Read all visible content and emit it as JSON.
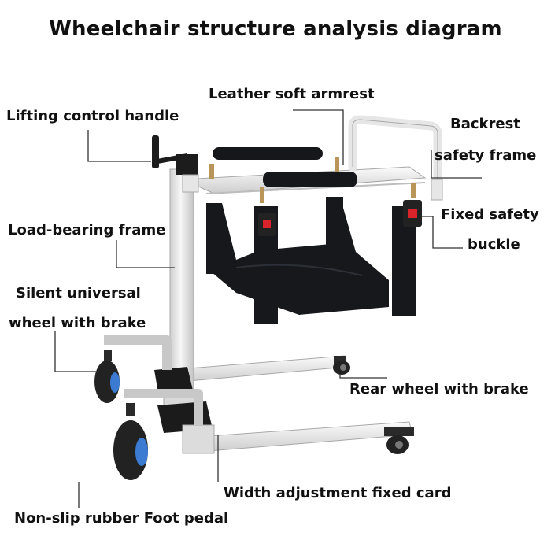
{
  "title": "Wheelchair structure analysis diagram",
  "labels": {
    "leather_soft_armrest": "Leather soft armrest",
    "lifting_control_handle": "Lifting control handle",
    "backrest_line1": "Backrest",
    "backrest_line2": "safety frame",
    "load_bearing_frame": "Load-bearing frame",
    "fixed_safety_line1": "Fixed safety",
    "fixed_safety_line2": "buckle",
    "silent_wheel_line1": "Silent universal",
    "silent_wheel_line2": "wheel with brake",
    "rear_wheel_with_brake": "Rear wheel with brake",
    "width_adjustment_fixed_card": "Width adjustment fixed card",
    "non_slip_rubber_foot_pedal": "Non-slip rubber Foot pedal"
  },
  "colors": {
    "frame": "#e9e9e9",
    "frame_edge": "#a8a8a8",
    "sling": "#16181c",
    "armrest": "#15171b",
    "wheel": "#222222",
    "wheel_hub": "#3b7bd1",
    "buckle": "#d8242a",
    "leader_line": "#333333"
  }
}
